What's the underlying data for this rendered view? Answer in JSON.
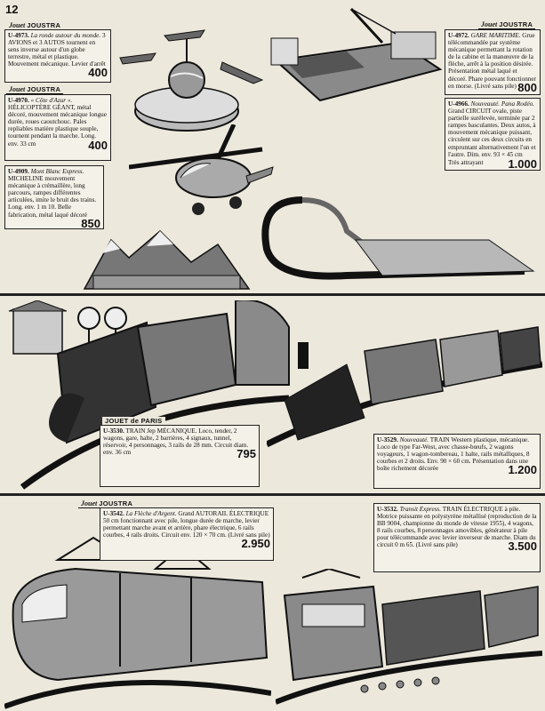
{
  "page_number": "12",
  "brands": {
    "joustra_script": "Jouet",
    "joustra": "JOUSTRA",
    "jouet_de_paris": "JOUET de PARIS"
  },
  "items": [
    {
      "id": "u4973",
      "ref": "U-4973.",
      "name": "La ronde autour du monde.",
      "text": "3 AVIONS et 3 AUTOS tournent en sens inverse autour d'un globe terrestre, métal et plastique. Mouvement mécanique. Levier d'arrêt",
      "price": "400"
    },
    {
      "id": "u4970",
      "ref": "U-4970.",
      "name": "« Côte d'Azur ».",
      "text": "HÉLICOPTÈRE GÉANT, métal décoré, mouvement mécanique longue durée, roues caoutchouc. Pales repliables matière plastique souple, tournent pendant la marche. Long. env. 33 cm",
      "price": "400"
    },
    {
      "id": "u4909",
      "ref": "U-4909.",
      "name": "Mont Blanc Express.",
      "text": "MICHELINE mouvement mécanique à crémaillère, long parcours, rampes différentes articulées, imite le bruit des trains. Long. env. 1 m 10. Belle fabrication, métal laqué décoré",
      "price": "850"
    },
    {
      "id": "u4972",
      "ref": "U-4972.",
      "name": "GARE MARITIME.",
      "text": "Grue télécommandée par système mécanique permettant la rotation de la cabine et la manœuvre de la flèche, arrêt à la position désirée. Présentation métal laqué et décoré. Phare pouvant fonctionner en morse. (Livré sans pile)",
      "price": "800"
    },
    {
      "id": "u4966",
      "ref": "U-4966.",
      "name": "Nouveauté. Pana Rodéo.",
      "text": "Grand CIRCUIT ovale, piste partielle surélevée, terminée par 2 rampes basculantes. Deux autos, à mouvement mécanique puissant, circulent sur ces deux circuits en empruntant alternativement l'un et l'autre. Dim. env. 93 × 45 cm",
      "lead": "Très attrayant",
      "price": "1.000"
    },
    {
      "id": "u3530",
      "ref": "U-3530.",
      "name": "TRAIN Jep MÉCANIQUE.",
      "text": "Loco, tender, 2 wagons, gare, halte, 2 barrières, 4 signaux, tunnel, réservoir, 4 personnages, 3 rails de 28 mm. Circuit diam. env. 36 cm",
      "price": "795"
    },
    {
      "id": "u3529",
      "ref": "U-3529.",
      "name": "Nouveauté.",
      "text": "TRAIN Western plastique, mécanique. Loco de type Far-West, avec chasse-bœufs, 2 wagons voyageurs, 1 wagon-tombereau, 1 halte, rails métalliques, 8 courbes et 2 droits. Env. 90 × 60 cm. Présentation dans une boîte richement décorée",
      "price": "1.200"
    },
    {
      "id": "u3542",
      "ref": "U-3542.",
      "name": "La Flèche d'Argent.",
      "text": "Grand AUTORAIL ÉLECTRIQUE 50 cm fonctionnant avec pile, longue durée de marche, levier permettant marche avant et arrière, phare électrique, 6 rails courbes, 4 rails droits. Circuit env. 120 × 70 cm. (Livré sans pile)",
      "price": "2.950"
    },
    {
      "id": "u3532",
      "ref": "U-3532.",
      "name": "Transit Express.",
      "text": "TRAIN ÉLECTRIQUE à pile. Motrice puissante en polystyrène métallisé (reproduction de la BB 9004, championne du monde de vitesse 1955), 4 wagons, 8 rails courbes, 8 personnages amovibles, générateur à pile pour télécommande avec levier inverseur de marche. Diam du circuit 0 m 65. (Livré sans pile)",
      "price": "3.500"
    }
  ]
}
